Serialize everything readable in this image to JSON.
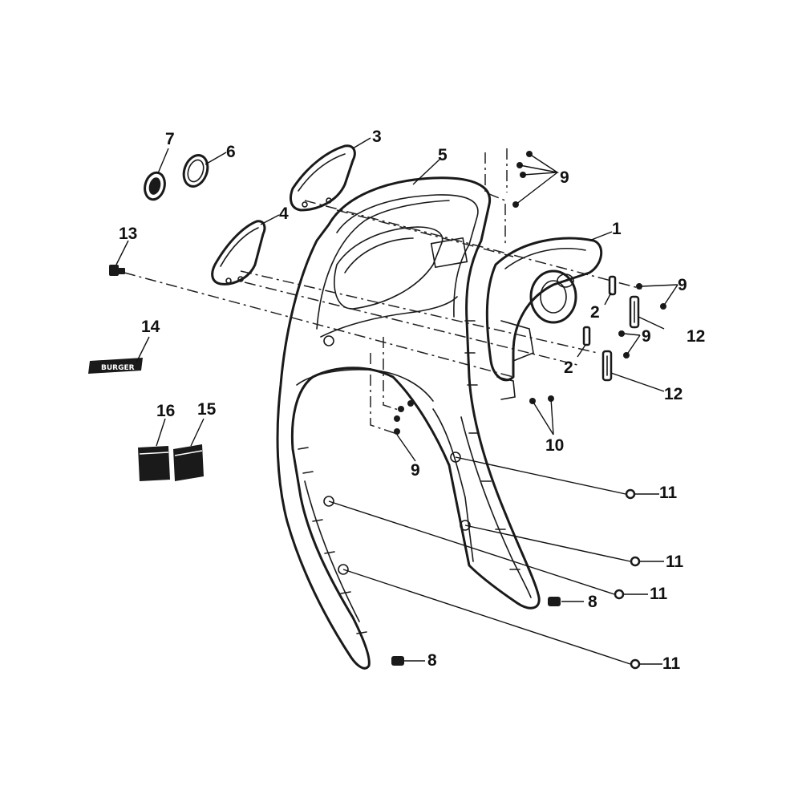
{
  "diagram": {
    "callouts": [
      {
        "id": "c1",
        "text": "1"
      },
      {
        "id": "c2a",
        "text": "2"
      },
      {
        "id": "c2b",
        "text": "2"
      },
      {
        "id": "c3",
        "text": "3"
      },
      {
        "id": "c4",
        "text": "4"
      },
      {
        "id": "c5",
        "text": "5"
      },
      {
        "id": "c6",
        "text": "6"
      },
      {
        "id": "c7",
        "text": "7"
      },
      {
        "id": "c8a",
        "text": "8"
      },
      {
        "id": "c8b",
        "text": "8"
      },
      {
        "id": "c9a",
        "text": "9"
      },
      {
        "id": "c9b",
        "text": "9"
      },
      {
        "id": "c9c",
        "text": "9"
      },
      {
        "id": "c9d",
        "text": "9"
      },
      {
        "id": "c10",
        "text": "10"
      },
      {
        "id": "c11a",
        "text": "11"
      },
      {
        "id": "c11b",
        "text": "11"
      },
      {
        "id": "c11c",
        "text": "11"
      },
      {
        "id": "c11d",
        "text": "11"
      },
      {
        "id": "c12a",
        "text": "12"
      },
      {
        "id": "c12b",
        "text": "12"
      },
      {
        "id": "c13",
        "text": "13"
      },
      {
        "id": "c14",
        "text": "14"
      },
      {
        "id": "c15",
        "text": "15"
      },
      {
        "id": "c16",
        "text": "16"
      }
    ],
    "emblem_text": "BURGER",
    "colors": {
      "line": "#1a1a1a",
      "background": "#ffffff"
    }
  }
}
